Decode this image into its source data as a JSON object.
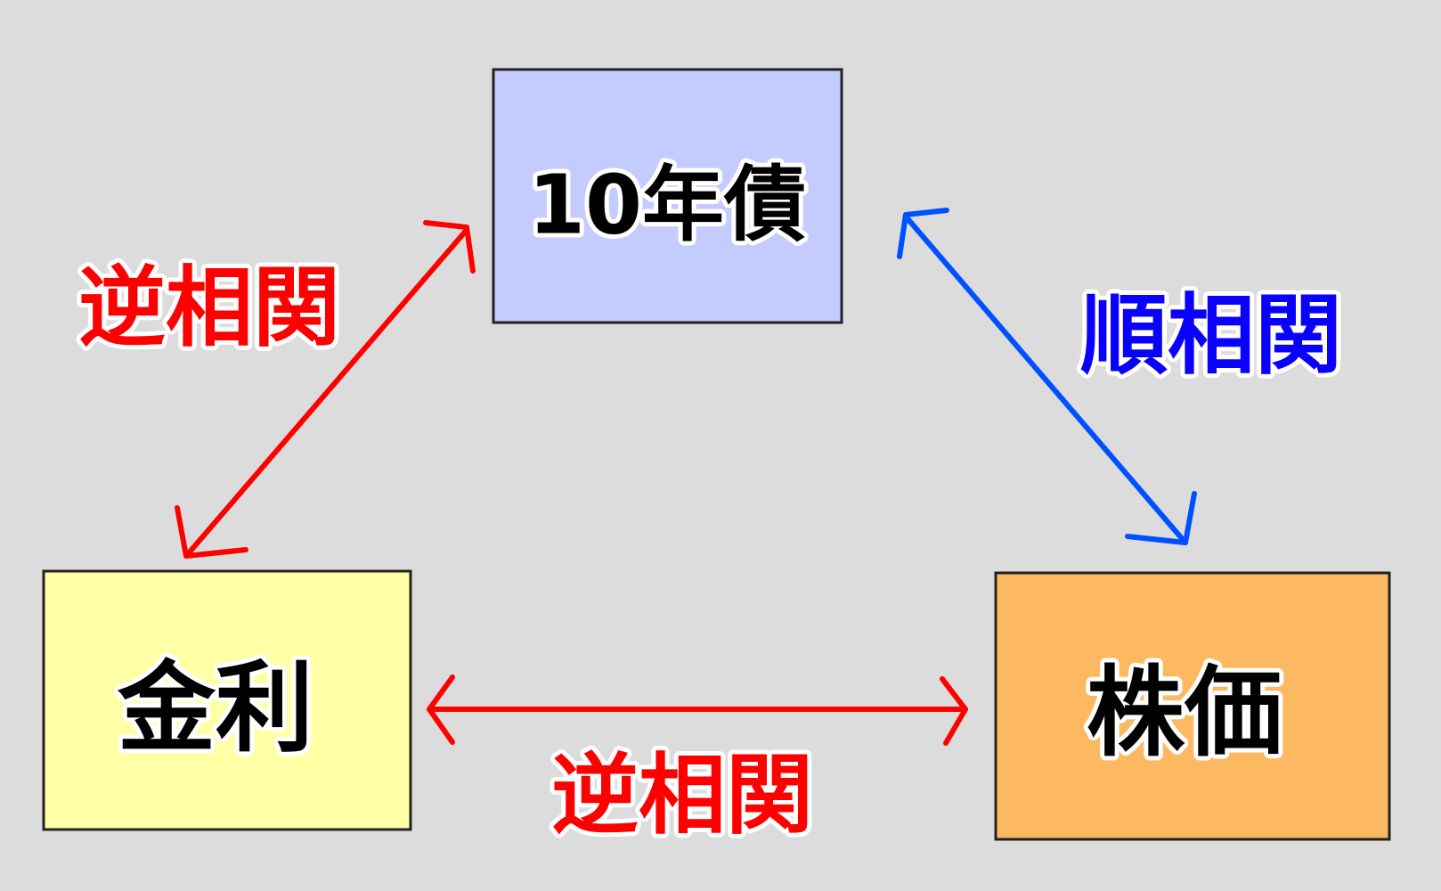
{
  "nodes": {
    "bond": {
      "label": "10年債",
      "color": "#c4ccff"
    },
    "rate": {
      "label": "金利",
      "color": "#ffffa5"
    },
    "stock": {
      "label": "株価",
      "color": "#fdb961"
    }
  },
  "relations": {
    "bond_rate": {
      "label": "逆相関",
      "color": "#ff0000"
    },
    "bond_stock": {
      "label": "順相関",
      "color": "#0050ff",
      "text_color": "#0a00ff"
    },
    "rate_stock": {
      "label": "逆相関",
      "color": "#ff0000"
    }
  },
  "colors": {
    "background": "#dcdcdc",
    "text": "#000000"
  }
}
